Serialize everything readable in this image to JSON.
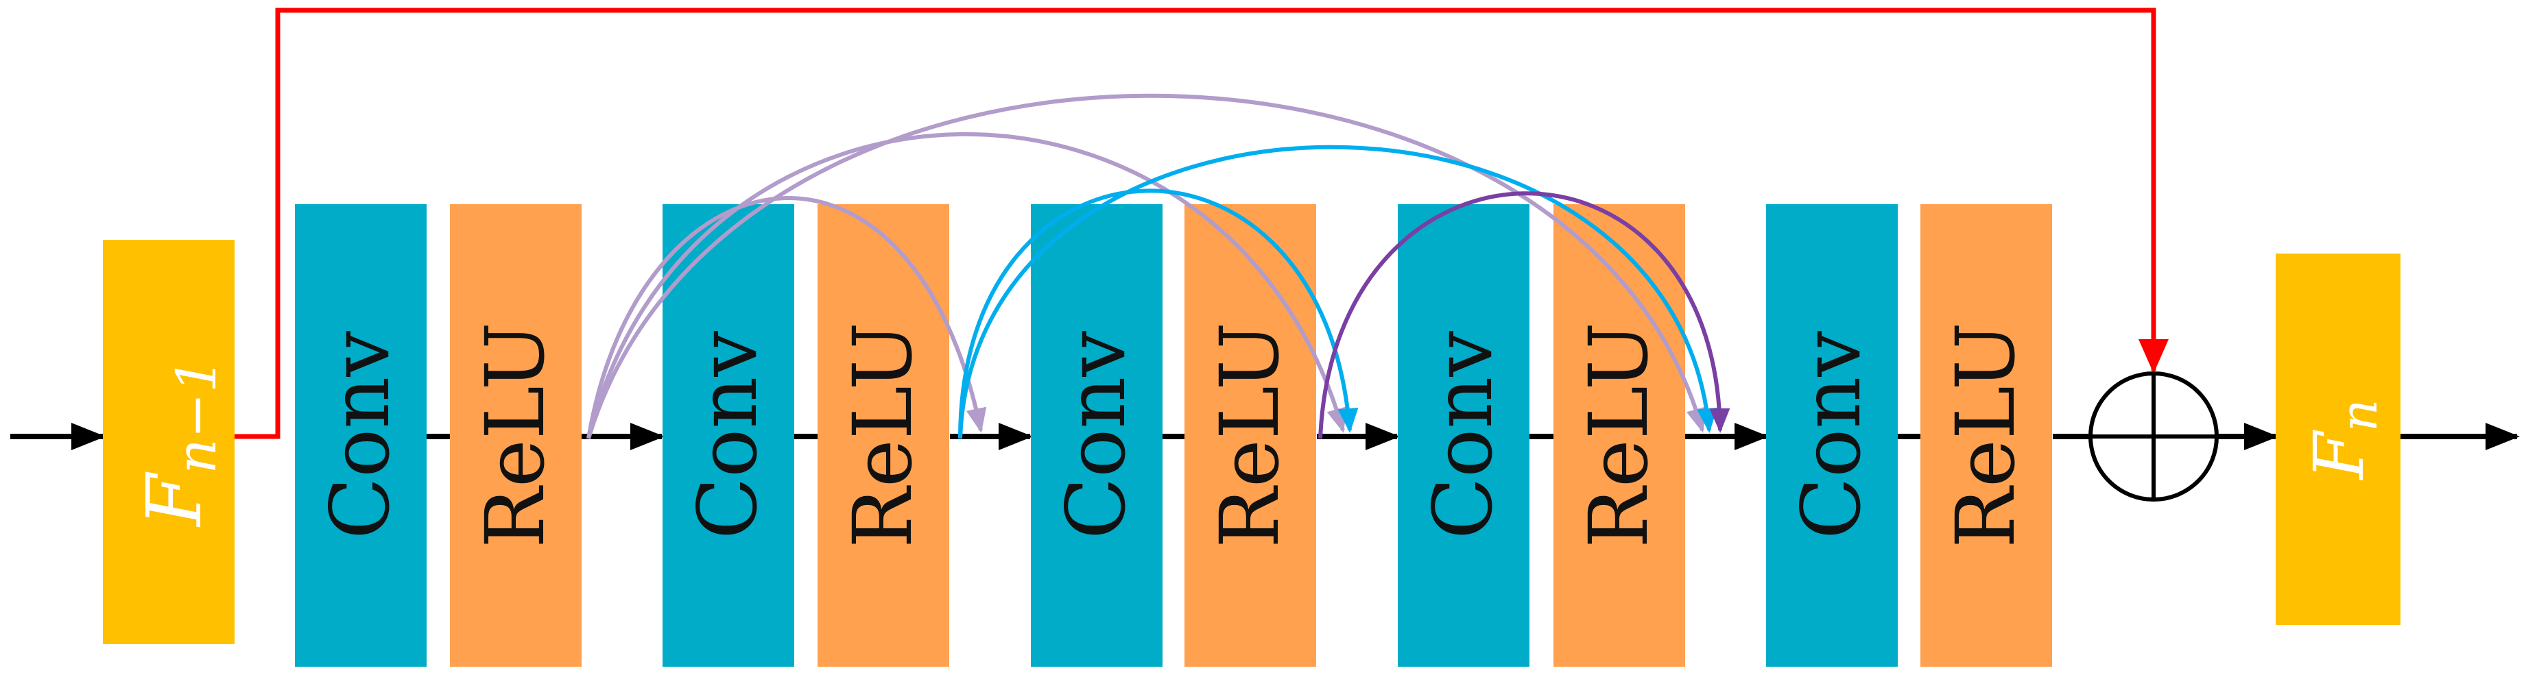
{
  "diagram": {
    "input_feature": {
      "base": "F",
      "sub": "n−1",
      "color": "#FFC000"
    },
    "output_feature": {
      "base": "F",
      "sub": "n",
      "color": "#FFC000"
    },
    "blocks": [
      {
        "conv": "Conv",
        "relu": "ReLU"
      },
      {
        "conv": "Conv",
        "relu": "ReLU"
      },
      {
        "conv": "Conv",
        "relu": "ReLU"
      },
      {
        "conv": "Conv",
        "relu": "ReLU"
      },
      {
        "conv": "Conv",
        "relu": "ReLU"
      }
    ],
    "adder_symbol": "⊕",
    "colors": {
      "conv": "#00ACC8",
      "relu": "#FFA14F",
      "main_arrow": "#000000",
      "residual": "#FF0000",
      "dense_lavender": "#B19CCB",
      "dense_cyan": "#00AEEF",
      "dense_purple": "#7A3FA3"
    }
  }
}
